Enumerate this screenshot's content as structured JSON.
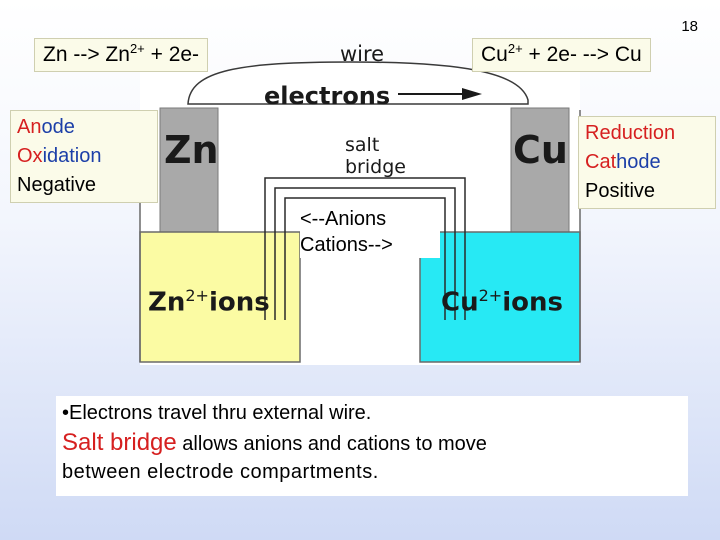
{
  "slide_number": "18",
  "left_equation": {
    "pre": "Zn --> Zn",
    "sup": "2+",
    "post": " + 2e-"
  },
  "right_equation": {
    "pre": "Cu",
    "sup": "2+",
    "post": " + 2e- --> Cu"
  },
  "diagram": {
    "wire_label": "wire",
    "electrons_label": "electrons",
    "salt_bridge_line1": "salt",
    "salt_bridge_line2": "bridge",
    "anode_metal": "Zn",
    "cathode_metal": "Cu",
    "anions_label": "<--Anions",
    "cations_label": "Cations-->",
    "left_ions": {
      "base": "Zn",
      "sup": "2+",
      "suffix": "ions"
    },
    "right_ions": {
      "base": "Cu",
      "sup": "2+",
      "suffix": "ions"
    },
    "colors": {
      "left_solution": "#fbfba3",
      "right_solution": "#27e9f4",
      "electrode": "#a9a9a9",
      "wire": "#ffffff"
    }
  },
  "anode_box": {
    "line1_highlight": "An",
    "line1_rest": "ode",
    "line2_highlight": "Ox",
    "line2_rest": "idation",
    "line3": "Negative"
  },
  "cathode_box": {
    "line1_highlight": "Red",
    "line1_rest": "uction",
    "line2_highlight": "Cat",
    "line2_rest": "hode",
    "line3": "Positive"
  },
  "bottom_text": {
    "bullet": "•",
    "line1": "Electrons travel thru external wire.",
    "line2_highlight": "Salt bridge",
    "line2_rest": " allows anions and cations to move",
    "line3": "between electrode compartments."
  }
}
